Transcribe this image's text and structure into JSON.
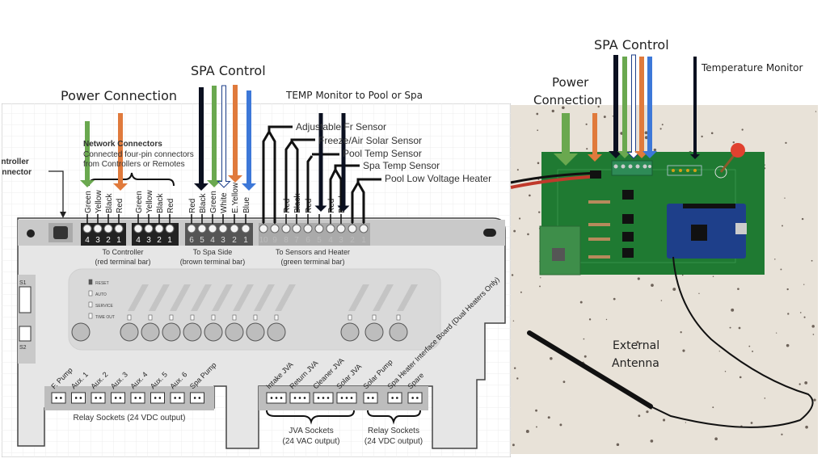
{
  "left_diagram": {
    "power_connection": "Power Connection",
    "spa_control": "SPA Control",
    "temp_monitor": "TEMP Monitor to Pool or Spa",
    "controller_connector": [
      "Controller",
      "Connector"
    ],
    "network_connectors": {
      "title": "Network Connectors",
      "line1": "Connected four-pin connectors",
      "line2": "from Controllers or Remotes"
    },
    "controller_bar_1": {
      "wires": [
        "Green",
        "Yellow",
        "Black",
        "Red"
      ],
      "pins": [
        "4",
        "3",
        "2",
        "1"
      ]
    },
    "controller_bar_2": {
      "wires": [
        "Green",
        "Yellow",
        "Black",
        "Red"
      ],
      "pins": [
        "4",
        "3",
        "2",
        "1"
      ]
    },
    "spa_bar": {
      "wires": [
        "Red",
        "Black",
        "Green",
        "White",
        "E.Yellow",
        "Blue"
      ],
      "pins": [
        "6",
        "5",
        "4",
        "3",
        "2",
        "1"
      ]
    },
    "sensor_bar": {
      "wires": [
        "",
        "",
        "Red",
        "Black",
        "Red",
        "",
        "Red",
        "Black",
        "",
        ""
      ],
      "pins": [
        "10",
        "9",
        "8",
        "7",
        "6",
        "5",
        "4",
        "3",
        "2",
        "1"
      ]
    },
    "sensors": [
      "Adjustable Fr Sensor",
      "Freeze/Air Solar Sensor",
      "Pool Temp Sensor",
      "Spa Temp Sensor",
      "Pool Low Voltage Heater"
    ],
    "to_controller": [
      "To Controller",
      "(red terminal bar)"
    ],
    "to_spa_side": [
      "To Spa Side",
      "(brown terminal bar)"
    ],
    "to_sensors": [
      "To Sensors and Heater",
      "(green terminal bar)"
    ],
    "switches": [
      "S1",
      "S2"
    ],
    "status": [
      "RESET",
      "AUTO",
      "SERVICE",
      "TIME OUT"
    ],
    "relay_sockets_left": [
      "F. Pump",
      "Aux. 1",
      "Aux. 2",
      "Aux. 3",
      "Aux. 4",
      "Aux. 5",
      "Aux. 6",
      "Spa Pump"
    ],
    "jva_sockets": [
      "Intake JVA",
      "Return JVA",
      "Cleaner JVA",
      "Solar JVA"
    ],
    "relay_sockets_right": [
      "Solar Pump",
      "Spa Heater Interface Board (Dual Heaters Only)",
      "Spare"
    ],
    "relay_caption": "Relay Sockets (24 VDC output)",
    "jva_caption": [
      "JVA Sockets",
      "(24 VAC output)"
    ],
    "relay_caption_right": [
      "Relay Sockets",
      "(24 VDC output)"
    ]
  },
  "right_photo": {
    "spa_control": "SPA Control",
    "temperature_monitor": "Temperature Monitor",
    "power_connection": [
      "Power",
      "Connection"
    ],
    "external_antenna": [
      "External",
      "Antenna"
    ]
  },
  "colors": {
    "green": "#6aa84f",
    "orange": "#e07a3c",
    "black": "#0b1020",
    "blue": "#3d78d8",
    "pcb": "#1f7a32",
    "board_gray": "#e6e6e6"
  }
}
